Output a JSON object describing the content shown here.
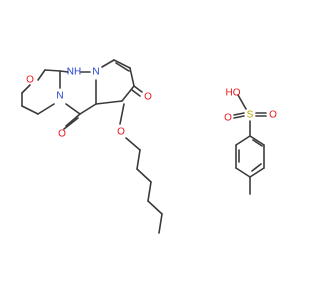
{
  "colors": {
    "bond": "#3a3a3a",
    "oxygen": "#e8161b",
    "nitrogen": "#1f3fd6",
    "sulfur": "#b8a400",
    "background": "#ffffff"
  },
  "molecule_main": {
    "ring_oxygen": "O",
    "amine_nh": "NH",
    "ring_n1": "N",
    "ring_n2": "N",
    "ketone_o_top": "O",
    "lactam_o": "O",
    "ether_o": "O"
  },
  "molecule_tosic": {
    "hydroxyl_label": "HO",
    "sulfur_label": "S",
    "sulfonyl_o_left": "O",
    "sulfonyl_o_right": "O"
  }
}
